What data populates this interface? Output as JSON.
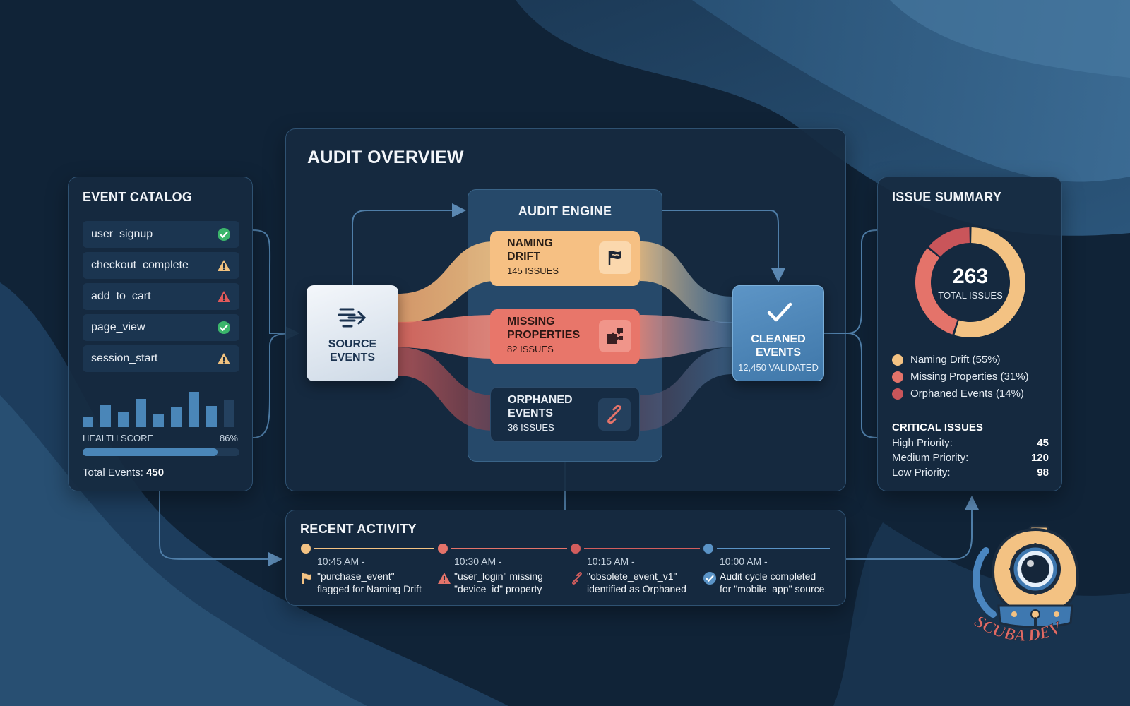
{
  "event_catalog": {
    "title": "EVENT CATALOG",
    "events": [
      {
        "name": "user_signup",
        "status": "ok",
        "icon": "check-circle-icon",
        "color": "#3bb56b"
      },
      {
        "name": "checkout_complete",
        "status": "warning",
        "icon": "warning-icon",
        "color": "#f1c27f"
      },
      {
        "name": "add_to_cart",
        "status": "error",
        "icon": "alert-icon",
        "color": "#e1595a"
      },
      {
        "name": "page_view",
        "status": "ok",
        "icon": "check-circle-icon",
        "color": "#3bb56b"
      },
      {
        "name": "session_start",
        "status": "warning",
        "icon": "warning-icon",
        "color": "#f1c27f"
      }
    ],
    "health_label": "HEALTH SCORE",
    "health_value": "86%",
    "health_fraction": 0.86,
    "total_label": "Total Events:",
    "total_value": "450"
  },
  "overview": {
    "title": "AUDIT OVERVIEW",
    "engine_title": "AUDIT ENGINE",
    "source": {
      "label_line1": "SOURCE",
      "label_line2": "EVENTS",
      "icon": "stream-arrow-icon"
    },
    "cleaned": {
      "label_line1": "CLEANED",
      "label_line2": "EVENTS",
      "sub": "12,450 VALIDATED",
      "icon": "checkmark-icon"
    },
    "issues": [
      {
        "line1": "NAMING",
        "line2": "DRIFT",
        "count": "145 ISSUES",
        "icon": "flag-icon"
      },
      {
        "line1": "MISSING",
        "line2": "PROPERTIES",
        "count": "82 ISSUES",
        "icon": "puzzle-icon"
      },
      {
        "line1": "ORPHANED",
        "line2": "EVENTS",
        "count": "36 ISSUES",
        "icon": "broken-link-icon"
      }
    ]
  },
  "summary": {
    "title": "ISSUE SUMMARY",
    "total": "263",
    "total_label": "TOTAL ISSUES",
    "legend": [
      {
        "label": "Naming Drift (55%)",
        "value": 55,
        "color": "#f3c283"
      },
      {
        "label": "Missing Properties (31%)",
        "value": 31,
        "color": "#e4736a"
      },
      {
        "label": "Orphaned Events (14%)",
        "value": 14,
        "color": "#c9555a"
      }
    ],
    "critical_title": "CRITICAL ISSUES",
    "critical": [
      {
        "label": "High Priority:",
        "value": "45"
      },
      {
        "label": "Medium Priority:",
        "value": "120"
      },
      {
        "label": "Low Priority:",
        "value": "98"
      }
    ]
  },
  "activity": {
    "title": "RECENT ACTIVITY",
    "items": [
      {
        "time": "10:45 AM -",
        "line1": "\"purchase_event\"",
        "line2": "flagged for Naming Drift",
        "icon": "flag-icon",
        "color": "#f3c283"
      },
      {
        "time": "10:30 AM -",
        "line1": "\"user_login\" missing",
        "line2": "\"device_id\" property",
        "icon": "warning-icon",
        "color": "#e4736a"
      },
      {
        "time": "10:15 AM -",
        "line1": "\"obsolete_event_v1\"",
        "line2": "identified as Orphaned",
        "icon": "broken-link-icon",
        "color": "#d25d5d"
      },
      {
        "time": "10:00 AM -",
        "line1": "Audit cycle completed",
        "line2": "for \"mobile_app\" source",
        "icon": "check-circle-icon",
        "color": "#5a93c6"
      }
    ]
  },
  "logo": {
    "text": "SCUBA DEV"
  }
}
